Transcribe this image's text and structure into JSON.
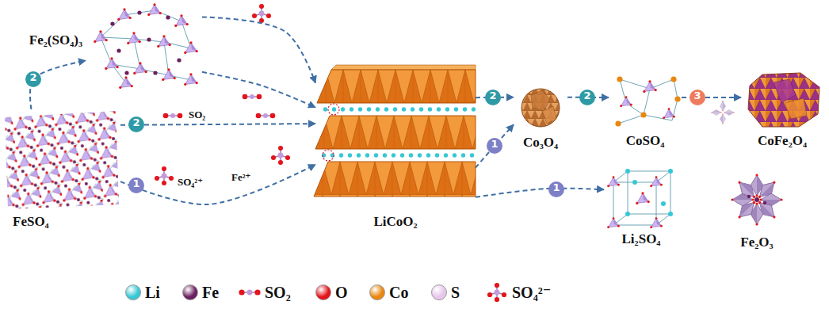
{
  "diagram": {
    "nodes": [
      {
        "text": [
          "Fe₂(SO₄)₃"
        ]
      },
      {
        "text": [
          "FeSO₄"
        ]
      },
      {
        "text": [
          "LiCoO₂"
        ]
      },
      {
        "text": [
          "Co₃O₄"
        ]
      },
      {
        "text": [
          "CoSO₄"
        ]
      },
      {
        "text": [
          "CoFe₂O₄"
        ]
      },
      {
        "text": [
          "Li₂SO₄"
        ]
      },
      {
        "text": [
          "Fe₂O₃"
        ]
      }
    ],
    "edges": [
      {
        "from": 1,
        "to": 0,
        "arrow": "to",
        "label": "2"
      },
      {
        "from": 0,
        "to": 2,
        "arrow": "to"
      },
      {
        "from": 0,
        "to": 2,
        "arrow": "to"
      },
      {
        "from": 1,
        "to": 2,
        "arrow": "to",
        "label": "2"
      },
      {
        "from": 1,
        "to": 2,
        "arrow": "to",
        "label": "1"
      },
      {
        "from": 2,
        "to": 3,
        "arrow": "to",
        "label": "2"
      },
      {
        "from": 2,
        "to": 3,
        "arrow": "to",
        "label": "1"
      },
      {
        "from": 3,
        "to": 4,
        "arrow": "to",
        "label": "2"
      },
      {
        "from": 4,
        "to": 5,
        "arrow": "to",
        "label": "3"
      },
      {
        "from": 2,
        "to": 6,
        "arrow": "to",
        "label": "1"
      }
    ],
    "labels": [
      "SO₂",
      "SO₄²⁺",
      "Fe²⁺"
    ],
    "legend": [
      {
        "text": "Li",
        "color": "#37c7d6"
      },
      {
        "text": "Fe",
        "color": "#6b1f5e"
      },
      {
        "text": "SO₂"
      },
      {
        "text": "O",
        "color": "#e3141b"
      },
      {
        "text": "Co",
        "color": "#e9870f"
      },
      {
        "text": "S",
        "color": "#e6c6ea"
      },
      {
        "text": "SO₄²⁻"
      }
    ]
  }
}
